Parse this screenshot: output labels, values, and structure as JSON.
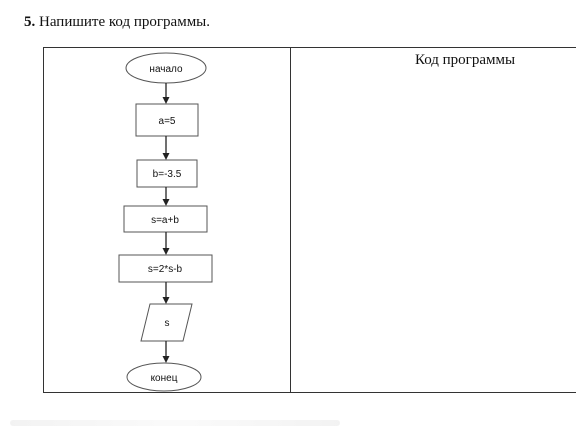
{
  "task": {
    "number": "5.",
    "text": "Напишите код программы."
  },
  "table": {
    "code_header": "Код программы"
  },
  "flowchart": {
    "start": "начало",
    "steps": [
      "a=5",
      "b=-3.5",
      "s=a+b",
      "s=2*s-b"
    ],
    "output": "s",
    "end": "конец"
  }
}
